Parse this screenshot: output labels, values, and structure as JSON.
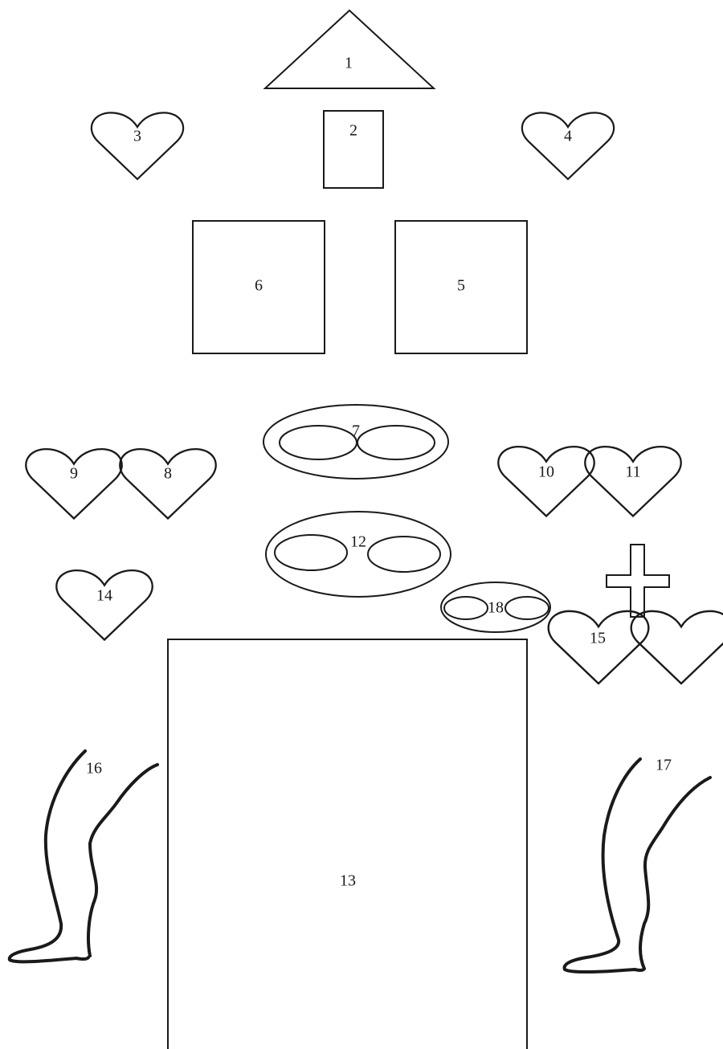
{
  "colors": {
    "line": "#1a1a1a",
    "background": "#ffffff"
  },
  "labels": {
    "l1": "1",
    "l2": "2",
    "l3": "3",
    "l4": "4",
    "l5": "5",
    "l6": "6",
    "l7": "7",
    "l8": "8",
    "l9": "9",
    "l10": "10",
    "l11": "11",
    "l12": "12",
    "l13": "13",
    "l14": "14",
    "l15": "15",
    "l16": "16",
    "l17": "17",
    "l18": "18"
  },
  "shapes": [
    {
      "label": "1",
      "shape": "triangle"
    },
    {
      "label": "2",
      "shape": "small-rectangle"
    },
    {
      "label": "3",
      "shape": "heart"
    },
    {
      "label": "4",
      "shape": "heart"
    },
    {
      "label": "5",
      "shape": "square"
    },
    {
      "label": "6",
      "shape": "square"
    },
    {
      "label": "7",
      "shape": "oval-with-two-inner-ovals"
    },
    {
      "label": "8",
      "shape": "heart"
    },
    {
      "label": "9",
      "shape": "heart"
    },
    {
      "label": "10",
      "shape": "heart"
    },
    {
      "label": "11",
      "shape": "heart"
    },
    {
      "label": "12",
      "shape": "oval-with-two-inner-ovals"
    },
    {
      "label": "13",
      "shape": "large-rectangle"
    },
    {
      "label": "14",
      "shape": "heart"
    },
    {
      "label": "15",
      "shape": "two-hearts-with-cross"
    },
    {
      "label": "16",
      "shape": "leg"
    },
    {
      "label": "17",
      "shape": "leg"
    },
    {
      "label": "18",
      "shape": "oval-with-two-inner-ovals"
    }
  ]
}
